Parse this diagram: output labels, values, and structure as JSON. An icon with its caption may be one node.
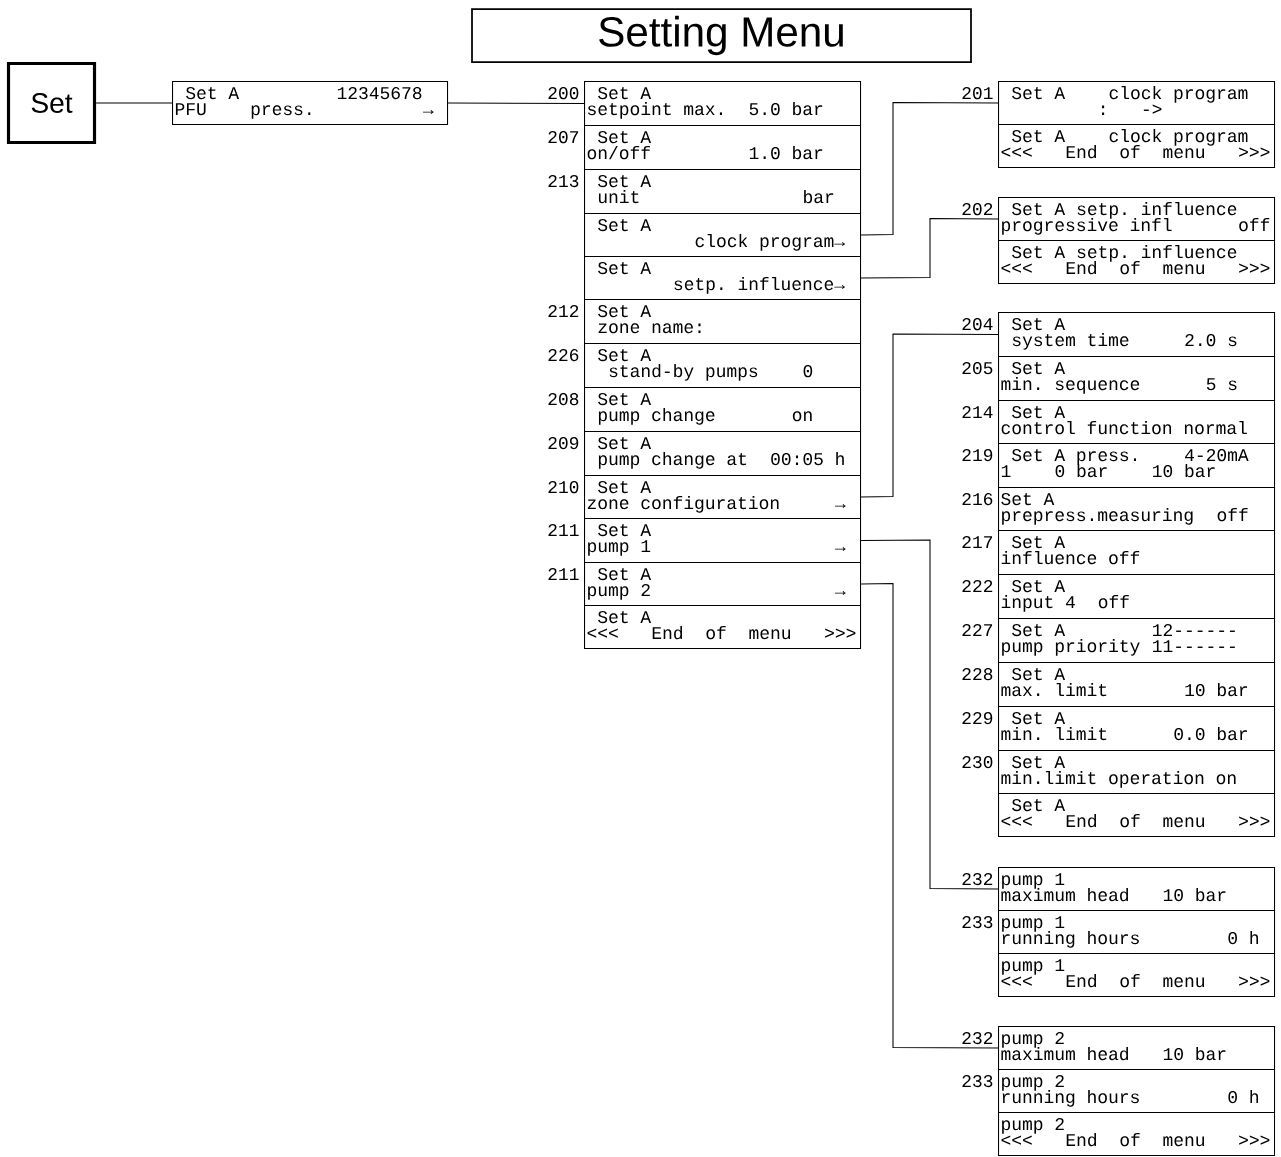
{
  "diagram": {
    "title": "Setting Menu",
    "nodes": [
      {
        "text": [
          "Set"
        ]
      },
      {
        "text": [
          "Set A",
          "12345678",
          "PFU",
          "press.",
          "→"
        ]
      },
      {
        "text": [
          "Set A",
          "setpoint max.",
          "5.0 bar"
        ],
        "beside": [
          "200"
        ]
      },
      {
        "text": [
          "Set A",
          "on/off",
          "1.0 bar"
        ],
        "beside": [
          "207"
        ]
      },
      {
        "text": [
          "Set A",
          "unit",
          "bar"
        ],
        "beside": [
          "213"
        ]
      },
      {
        "text": [
          "Set A",
          "clock program→"
        ]
      },
      {
        "text": [
          "Set A",
          "setp. influence→"
        ]
      },
      {
        "text": [
          "Set A",
          "zone name:"
        ],
        "beside": [
          "212"
        ]
      },
      {
        "text": [
          "Set A",
          "stand-by pumps",
          "0"
        ],
        "beside": [
          "226"
        ]
      },
      {
        "text": [
          "Set A",
          "pump change",
          "on"
        ],
        "beside": [
          "208"
        ]
      },
      {
        "text": [
          "Set A",
          "pump change at",
          "00:05 h"
        ],
        "beside": [
          "209"
        ]
      },
      {
        "text": [
          "Set A",
          "zone configuration",
          "→"
        ],
        "beside": [
          "210"
        ]
      },
      {
        "text": [
          "Set A",
          "pump 1",
          "→"
        ],
        "beside": [
          "211"
        ]
      },
      {
        "text": [
          "Set A",
          "pump 2",
          "→"
        ],
        "beside": [
          "211"
        ]
      },
      {
        "text": [
          "Set A",
          "<<<",
          "End",
          "of",
          "menu",
          ">>>"
        ]
      },
      {
        "text": [
          "Set A",
          "clock program",
          ":",
          "->"
        ],
        "beside": [
          "201"
        ]
      },
      {
        "text": [
          "Set A",
          "clock program",
          "<<<",
          "End",
          "of",
          "menu",
          ">>>"
        ]
      },
      {
        "text": [
          "Set A",
          "setp. influence",
          "progressive infl",
          "off"
        ],
        "beside": [
          "202"
        ]
      },
      {
        "text": [
          "Set A",
          "setp. influence",
          "<<<",
          "End",
          "of",
          "menu",
          ">>>"
        ]
      },
      {
        "text": [
          "Set A",
          "system time",
          "2.0 s"
        ],
        "beside": [
          "204"
        ]
      },
      {
        "text": [
          "Set A",
          "min. sequence",
          "5 s"
        ],
        "beside": [
          "205"
        ]
      },
      {
        "text": [
          "Set A",
          "control function normal"
        ],
        "beside": [
          "214"
        ]
      },
      {
        "text": [
          "Set A press.",
          "4-20mA",
          "1",
          "0 bar",
          "10 bar"
        ],
        "beside": [
          "219"
        ]
      },
      {
        "text": [
          "Set A",
          "prepress.measuring",
          "off"
        ],
        "beside": [
          "216"
        ]
      },
      {
        "text": [
          "Set A",
          "influence off"
        ],
        "beside": [
          "217"
        ]
      },
      {
        "text": [
          "Set A",
          "input 4",
          "off"
        ],
        "beside": [
          "222"
        ]
      },
      {
        "text": [
          "Set A",
          "12------",
          "pump priority",
          "11------"
        ],
        "beside": [
          "227"
        ]
      },
      {
        "text": [
          "Set A",
          "max. limit",
          "10 bar"
        ],
        "beside": [
          "228"
        ]
      },
      {
        "text": [
          "Set A",
          "min. limit",
          "0.0 bar"
        ],
        "beside": [
          "229"
        ]
      },
      {
        "text": [
          "Set A",
          "min.limit operation on"
        ],
        "beside": [
          "230"
        ]
      },
      {
        "text": [
          "Set A",
          "<<<",
          "End",
          "of",
          "menu",
          ">>>"
        ]
      },
      {
        "text": [
          "pump 1",
          "maximum head",
          "10 bar"
        ],
        "beside": [
          "232"
        ]
      },
      {
        "text": [
          "pump 1",
          "running hours",
          "0 h"
        ],
        "beside": [
          "233"
        ]
      },
      {
        "text": [
          "pump 1",
          "<<<",
          "End",
          "of",
          "menu",
          ">>>"
        ]
      },
      {
        "text": [
          "pump 2",
          "maximum head",
          "10 bar"
        ],
        "beside": [
          "232"
        ]
      },
      {
        "text": [
          "pump 2",
          "running hours",
          "0 h"
        ],
        "beside": [
          "233"
        ]
      },
      {
        "text": [
          "pump 2",
          "<<<",
          "End",
          "of",
          "menu",
          ">>>"
        ]
      }
    ],
    "edges": [
      {
        "from": 0,
        "to": 1,
        "arrow": "none"
      },
      {
        "from": 1,
        "to": 2,
        "arrow": "none"
      },
      {
        "from": 5,
        "to": 15,
        "arrow": "none"
      },
      {
        "from": 6,
        "to": 17,
        "arrow": "none"
      },
      {
        "from": 11,
        "to": 19,
        "arrow": "none"
      },
      {
        "from": 12,
        "to": 31,
        "arrow": "none"
      },
      {
        "from": 13,
        "to": 34,
        "arrow": "none"
      }
    ]
  }
}
